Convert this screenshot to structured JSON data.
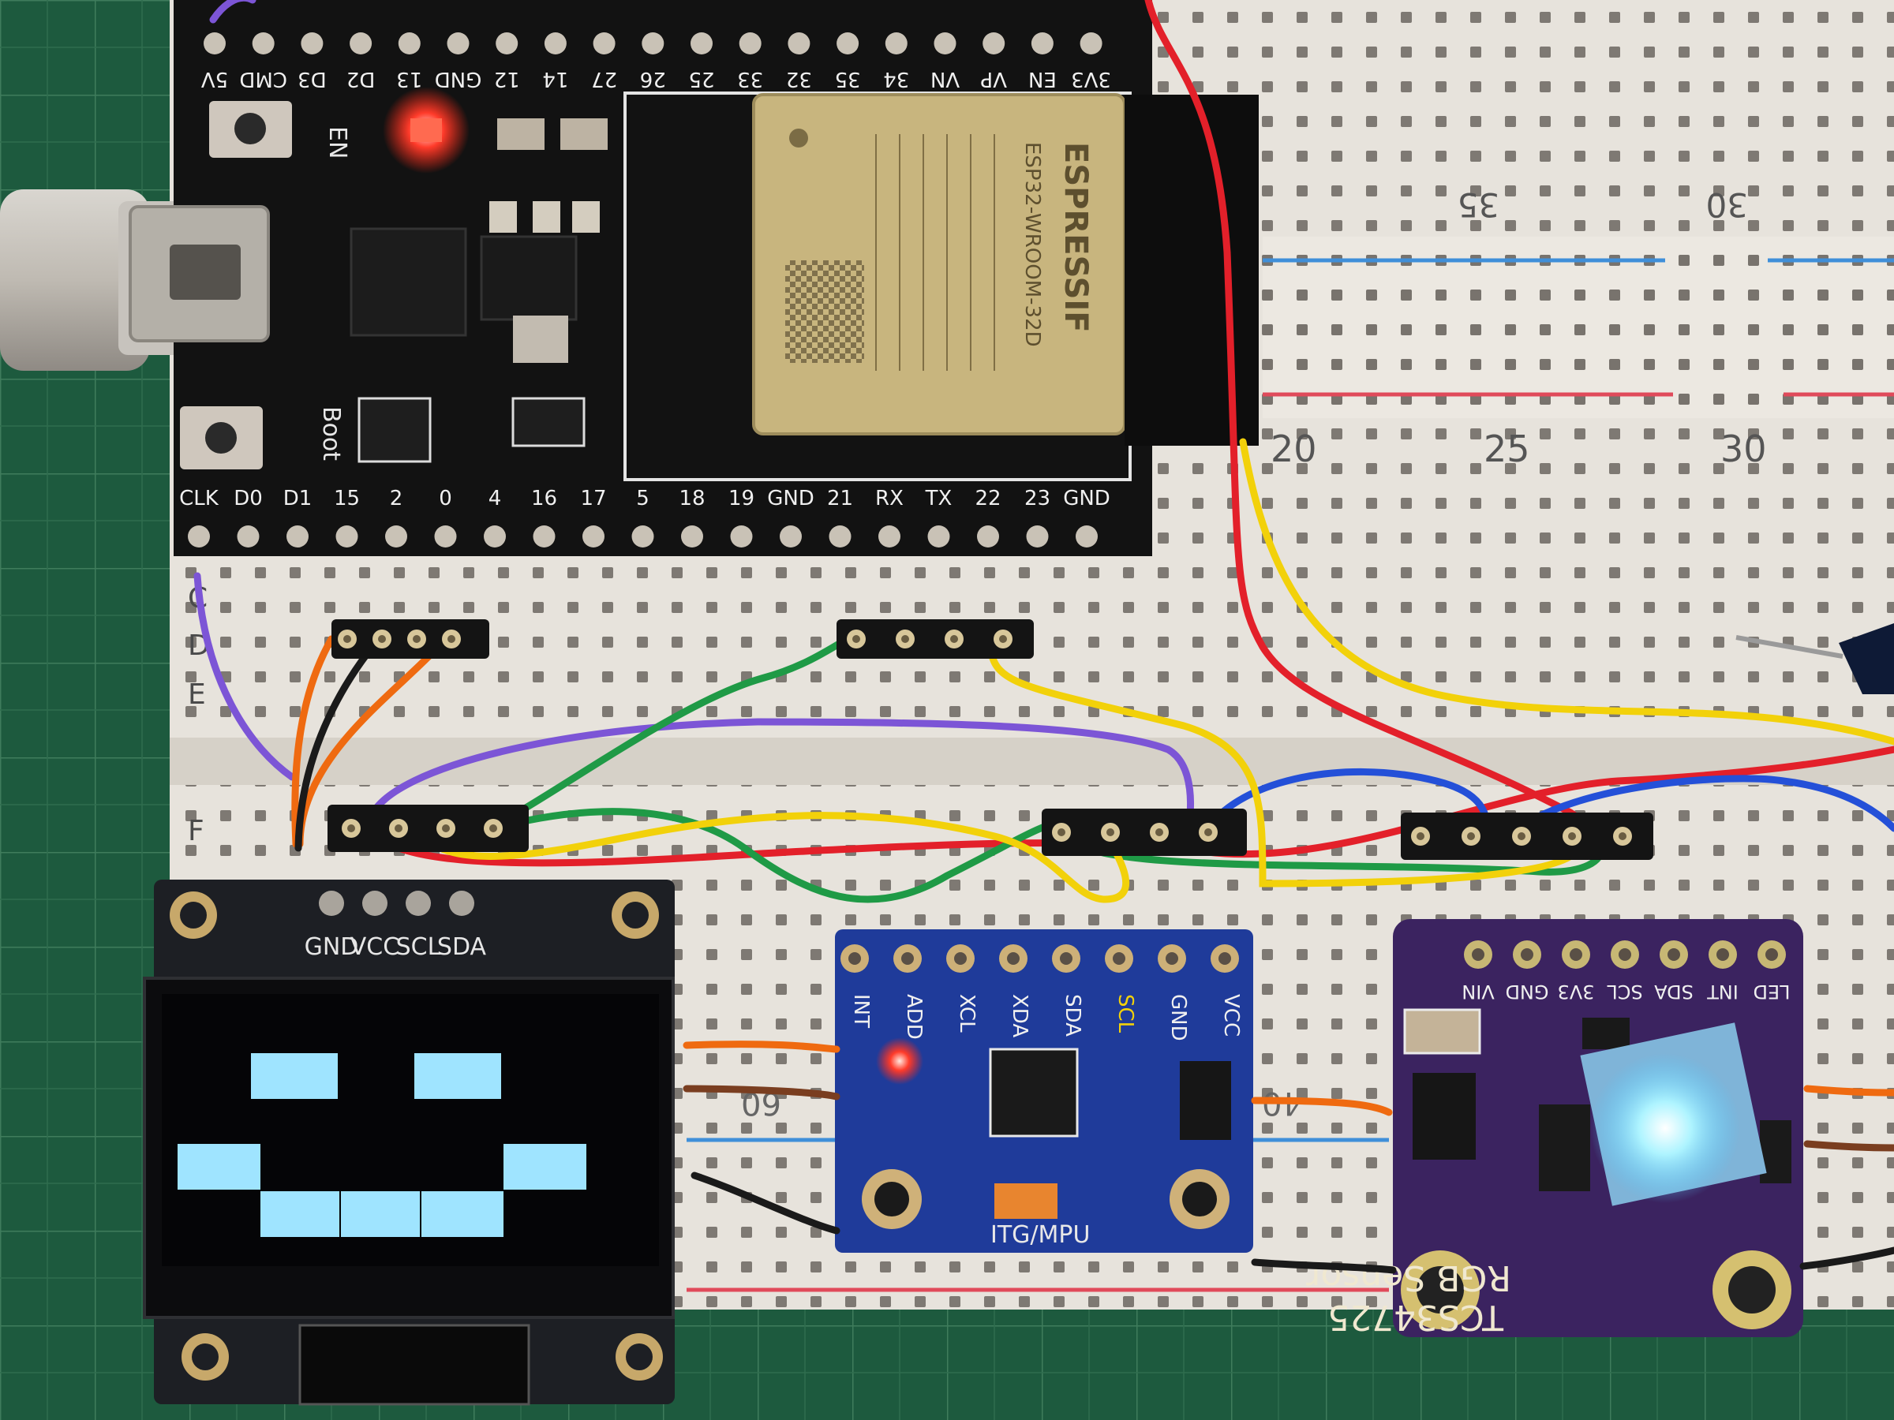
{
  "esp32": {
    "top_pins": [
      "5V",
      "CMD",
      "D3",
      "D2",
      "13",
      "GND",
      "12",
      "14",
      "27",
      "26",
      "25",
      "33",
      "32",
      "35",
      "34",
      "VN",
      "VP",
      "EN",
      "3V3"
    ],
    "bottom_pins": [
      "CLK",
      "D0",
      "D1",
      "15",
      "2",
      "0",
      "4",
      "16",
      "17",
      "5",
      "18",
      "19",
      "GND",
      "21",
      "RX",
      "TX",
      "22",
      "23",
      "GND"
    ],
    "en_label": "EN",
    "boot_label": "Boot",
    "module_brand": "ESPRESSIF",
    "module_model": "ESP32-WROOM-32D"
  },
  "breadboard": {
    "row_labels": [
      "C",
      "D",
      "E",
      "F"
    ],
    "column_numbers_top": [
      "35",
      "30"
    ],
    "column_numbers_bottom": [
      "20",
      "25",
      "30"
    ],
    "column_numbers_lower": [
      "60",
      "40"
    ]
  },
  "oled": {
    "pin_labels": [
      "GND",
      "VCC",
      "SCL",
      "SDA"
    ]
  },
  "mpu": {
    "pin_labels": [
      "INT",
      "ADD",
      "XCL",
      "XDA",
      "SDA",
      "SCL",
      "GND",
      "VCC"
    ],
    "chip_label": "ITG/MPU"
  },
  "rgb_sensor": {
    "pin_labels": [
      "LED",
      "INT",
      "SDA",
      "SCL",
      "3V3",
      "GND",
      "VIN"
    ],
    "title_line1": "RGB Sensor",
    "title_line2": "TCS34725"
  },
  "colors": {
    "pcb_green": "#1d5a3e",
    "breadboard": "#e7e3dc",
    "esp_board": "#121212",
    "module": "#c8b57e",
    "mpu_board": "#1f3b9a",
    "sensor_board": "#3b2360",
    "oled_glow": "#9fe4ff",
    "wire_red": "#e3202a",
    "wire_yellow": "#f2d10a",
    "wire_green": "#1f9a46",
    "wire_blue": "#2450d8",
    "wire_purple": "#7c55d6",
    "wire_orange": "#ef6a10"
  }
}
